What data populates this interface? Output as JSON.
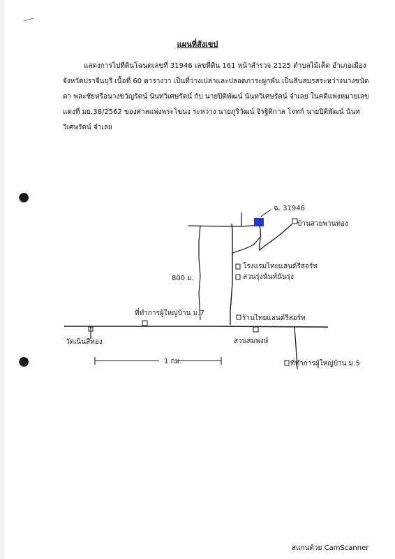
{
  "document": {
    "title": "แผนที่สังเขป",
    "paragraph": "แสดงการไปที่ดินโฉนดเลขที่ 31946 เลขที่ดิน 161 หน้าสำรวจ 2125 ตำบลไม้เค็ด อำเภอเมือง จังหวัดปราจีนบุรี เนื้อที่ 60 ตารางวา เป็นที่ว่างเปล่าและปลอดภาระผูกพัน เป็นสินสมรสระหว่างนางชนัดดา พละชัยหรือนางขวัญรัตน์ นันทวิเศษรัตน์ กับ นายปิติพัฒน์ นันทวิเศษรัตน์ จำเลย ในคดีแพ่งหมายเลขแดงที่ มย.38/2562 ของศาลแพ่งพระโขนง ระหว่าง นายภูริวัฒน์ จิรฐิติกาล โจทก์ นายปิติพัฒน์ นันทวิเศษรัตน์ จำเลย"
  },
  "map": {
    "land_label": "ฉ. 31946",
    "house_label": "บ้านสวยพานทอง",
    "label_a": "โรงแรมไทยแลนด์รีสอร์ท",
    "label_b": "สวนรุ่งนันท์นันรุ่ง",
    "distance_vertical": "800 ม.",
    "distance_horizontal": "1 กม.",
    "village_office_left": "ที่ทำการผู้ใหญ่บ้าน ม.7",
    "resort_right": "ร้านไทยแลนด์รีสอร์ท",
    "temple": "วัดเนินสีทอง",
    "garden": "สวนสมพงษ์",
    "village_office_right": "ที่ทำการผู้ใหญ่บ้าน ม.5",
    "land_color": "#2a3fd0"
  },
  "footer": {
    "scanner": "สแกนด้วย CamScanner"
  }
}
